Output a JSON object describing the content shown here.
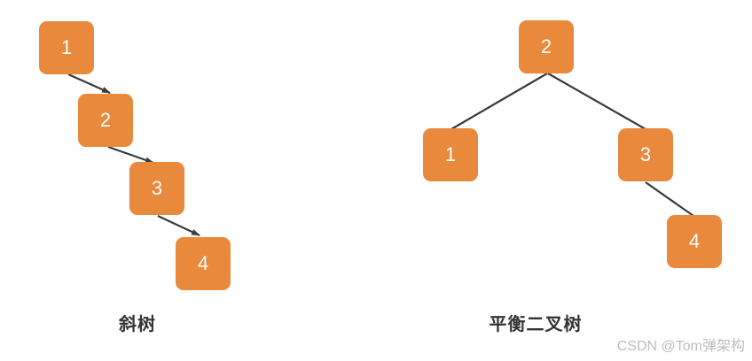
{
  "diagram": {
    "trees": [
      {
        "caption": "斜树",
        "nodes": [
          {
            "label": "1"
          },
          {
            "label": "2"
          },
          {
            "label": "3"
          },
          {
            "label": "4"
          }
        ]
      },
      {
        "caption": "平衡二叉树",
        "nodes": [
          {
            "label": "2"
          },
          {
            "label": "1"
          },
          {
            "label": "3"
          },
          {
            "label": "4"
          }
        ]
      }
    ],
    "colors": {
      "node_fill": "#E8893C",
      "edge": "#3A3A3A",
      "caption_text": "#333333",
      "watermark_text": "#BDBDBD"
    },
    "watermark": "CSDN @Tom弹架构"
  }
}
